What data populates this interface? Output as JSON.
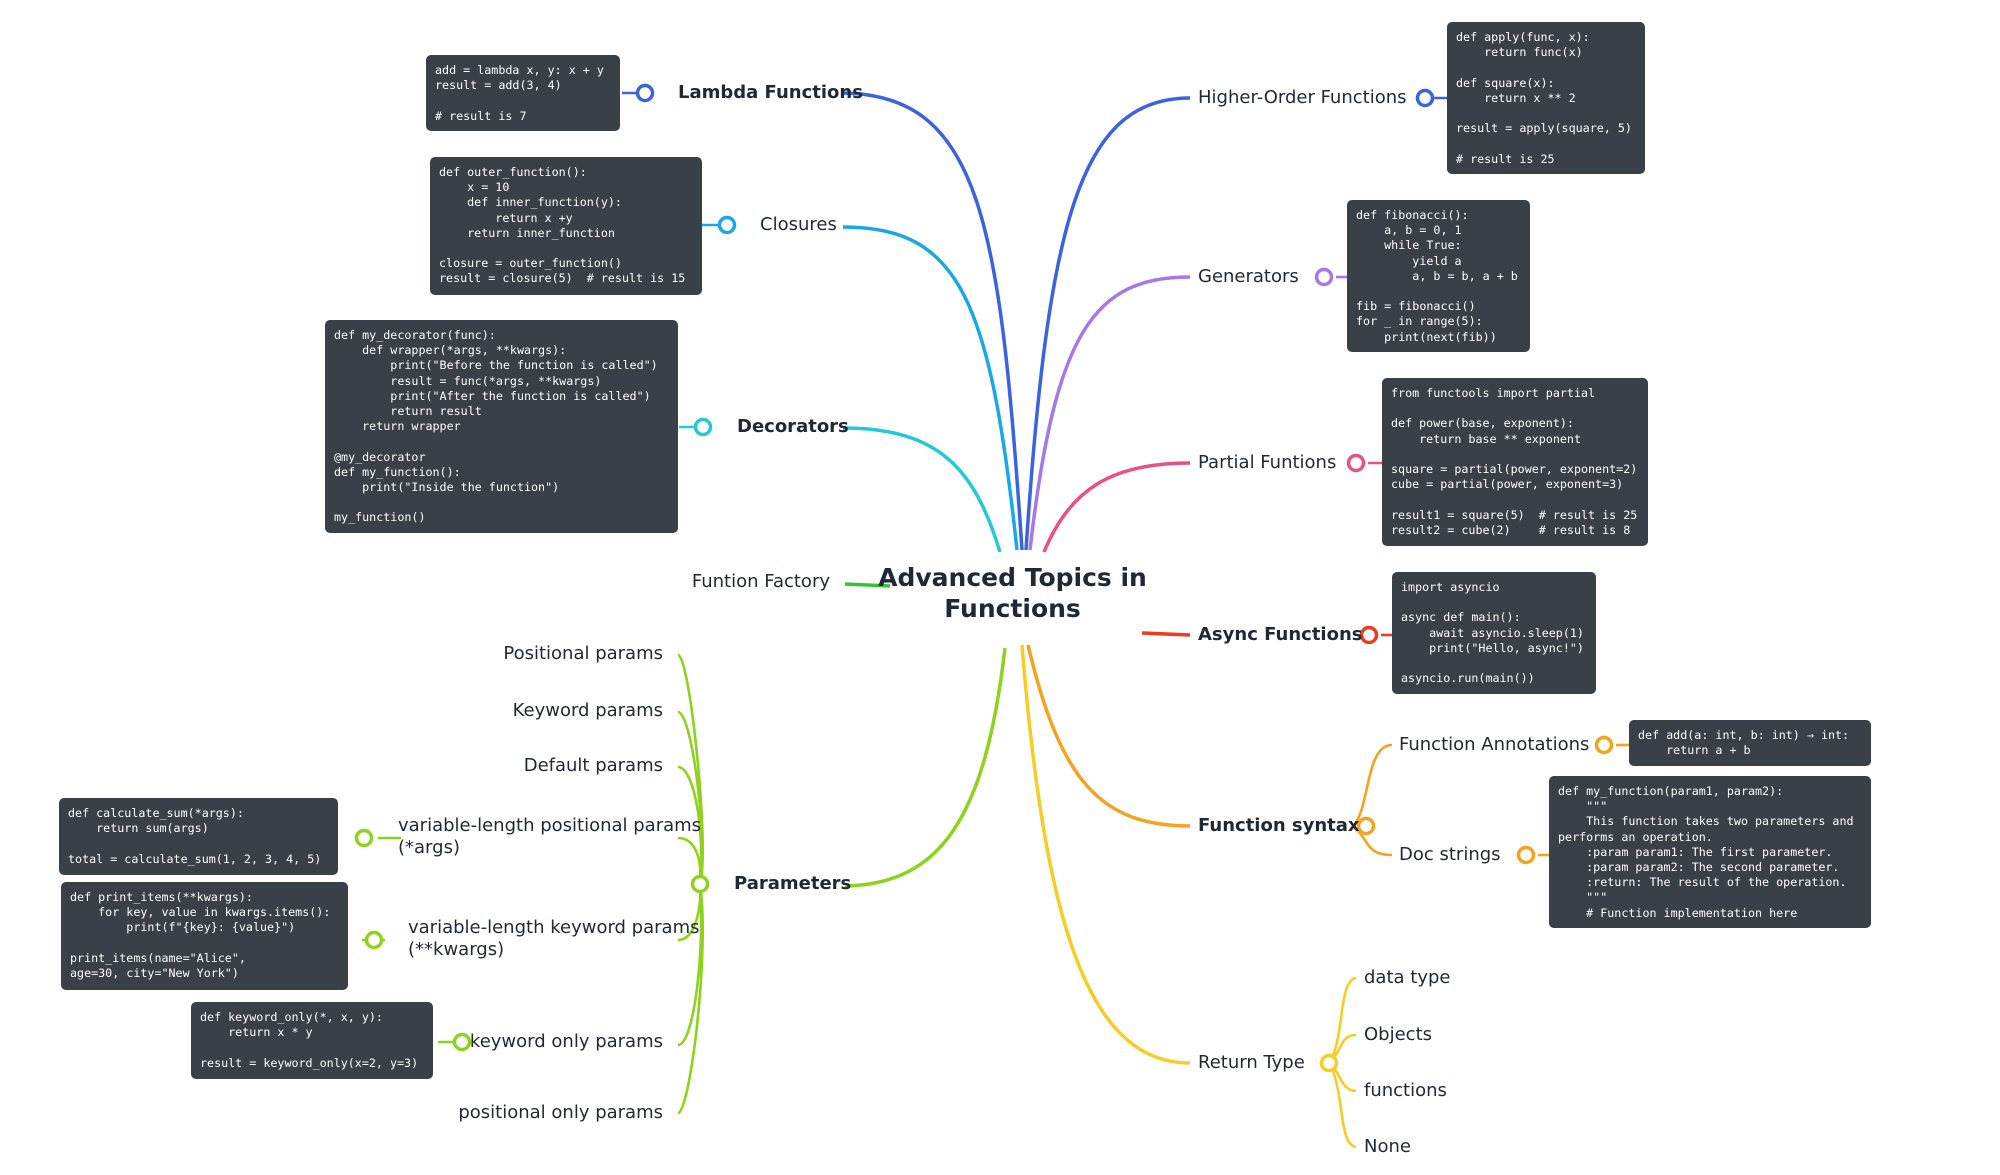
{
  "central_title": "Advanced Topics in Functions",
  "left": {
    "lambda": {
      "label": "Lambda Functions",
      "code": "add = lambda x, y: x + y\nresult = add(3, 4)\n\n# result is 7"
    },
    "closures": {
      "label": "Closures",
      "code": "def outer_function():\n    x = 10\n    def inner_function(y):\n        return x +y\n    return inner_function\n\nclosure = outer_function()\nresult = closure(5)  # result is 15"
    },
    "decorators": {
      "label": "Decorators",
      "code": "def my_decorator(func):\n    def wrapper(*args, **kwargs):\n        print(\"Before the function is called\")\n        result = func(*args, **kwargs)\n        print(\"After the function is called\")\n        return result\n    return wrapper\n\n@my_decorator\ndef my_function():\n    print(\"Inside the function\")\n\nmy_function()"
    },
    "factory": {
      "label": "Funtion Factory"
    },
    "parameters": {
      "label": "Parameters",
      "positional": "Positional params",
      "keyword": "Keyword params",
      "default": "Default params",
      "varpos": {
        "label": "variable-length positional params\n(*args)",
        "code": "def calculate_sum(*args):\n    return sum(args)\n\ntotal = calculate_sum(1, 2, 3, 4, 5)"
      },
      "varkw": {
        "label": "variable-length keyword params\n(**kwargs)",
        "code": "def print_items(**kwargs):\n    for key, value in kwargs.items():\n        print(f\"{key}: {value}\")\n\nprint_items(name=\"Alice\",\nage=30, city=\"New York\")"
      },
      "kwonly": {
        "label": "keyword only params",
        "code": "def keyword_only(*, x, y):\n    return x * y\n\nresult = keyword_only(x=2, y=3)"
      },
      "posonly": "positional only params"
    }
  },
  "right": {
    "higher_order": {
      "label": "Higher-Order Functions",
      "code": "def apply(func, x):\n    return func(x)\n\ndef square(x):\n    return x ** 2\n\nresult = apply(square, 5)\n\n# result is 25"
    },
    "generators": {
      "label": "Generators",
      "code": "def fibonacci():\n    a, b = 0, 1\n    while True:\n        yield a\n        a, b = b, a + b\n\nfib = fibonacci()\nfor _ in range(5):\n    print(next(fib))"
    },
    "partial": {
      "label": "Partial Funtions",
      "code": "from functools import partial\n\ndef power(base, exponent):\n    return base ** exponent\n\nsquare = partial(power, exponent=2)\ncube = partial(power, exponent=3)\n\nresult1 = square(5)  # result is 25\nresult2 = cube(2)    # result is 8"
    },
    "async": {
      "label": "Async Functions",
      "code": "import asyncio\n\nasync def main():\n    await asyncio.sleep(1)\n    print(\"Hello, async!\")\n\nasyncio.run(main())"
    },
    "syntax": {
      "label": "Function syntax",
      "annotations": {
        "label": "Function Annotations",
        "code": "def add(a: int, b: int) → int:\n    return a + b"
      },
      "docstrings": {
        "label": "Doc strings",
        "code": "def my_function(param1, param2):\n    \"\"\"\n    This function takes two parameters and\nperforms an operation.\n    :param param1: The first parameter.\n    :param param2: The second parameter.\n    :return: The result of the operation.\n    \"\"\"\n    # Function implementation here"
      }
    },
    "return_type": {
      "label": "Return Type",
      "items": [
        "data type",
        "Objects",
        "functions",
        "None"
      ]
    }
  },
  "colors": {
    "blue": "#3b63e0",
    "sky": "#1aa7e8",
    "cyan": "#22c9d6",
    "green": "#35c235",
    "lime": "#8fd11c",
    "purple": "#a777ea",
    "pink": "#ea4f86",
    "red": "#f03a1e",
    "orange": "#f6a21c",
    "yellow": "#f6cd22",
    "code_bg": "#3a4047"
  }
}
